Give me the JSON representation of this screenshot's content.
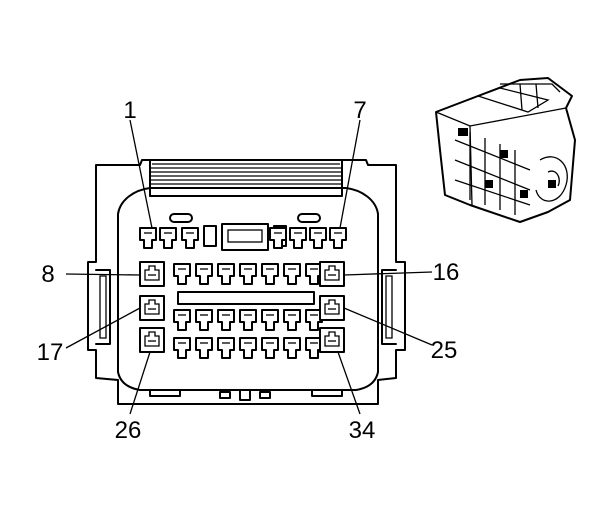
{
  "callouts": {
    "pin_1": "1",
    "pin_7": "7",
    "pin_8": "8",
    "pin_16": "16",
    "pin_17": "17",
    "pin_25": "25",
    "pin_26": "26",
    "pin_34": "34"
  },
  "terminal_rows": [
    {
      "row": "top",
      "count": 7
    },
    {
      "row": "upper-middle",
      "count": 9
    },
    {
      "row": "lower-middle",
      "count": 9
    },
    {
      "row": "bottom",
      "count": 9
    }
  ],
  "icons": [
    "connector-face",
    "connector-isometric-thumbnail"
  ]
}
